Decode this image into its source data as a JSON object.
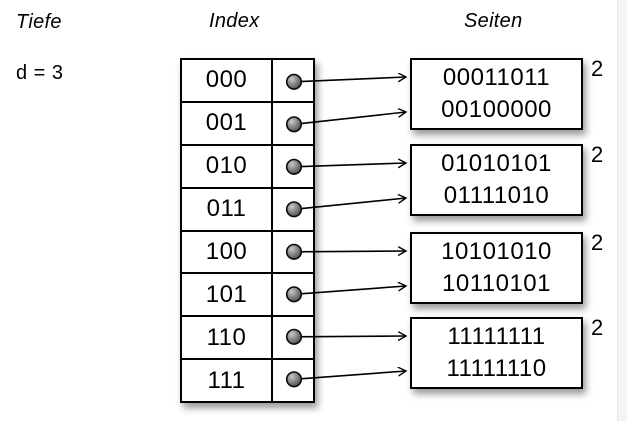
{
  "labels": {
    "depth": "Tiefe",
    "depth_value": "d = 3",
    "index": "Index",
    "pages": "Seiten"
  },
  "index_entries": [
    {
      "key": "000",
      "page": 1
    },
    {
      "key": "001",
      "page": 1
    },
    {
      "key": "010",
      "page": 2
    },
    {
      "key": "011",
      "page": 2
    },
    {
      "key": "100",
      "page": 3
    },
    {
      "key": "101",
      "page": 3
    },
    {
      "key": "110",
      "page": 4
    },
    {
      "key": "111",
      "page": 4
    }
  ],
  "pages": [
    {
      "values": [
        "00011011",
        "00100000"
      ],
      "local_depth": "2"
    },
    {
      "values": [
        "01010101",
        "01111010"
      ],
      "local_depth": "2"
    },
    {
      "values": [
        "10101010",
        "10110101"
      ],
      "local_depth": "2"
    },
    {
      "values": [
        "11111111",
        "11111110"
      ],
      "local_depth": "2"
    }
  ]
}
